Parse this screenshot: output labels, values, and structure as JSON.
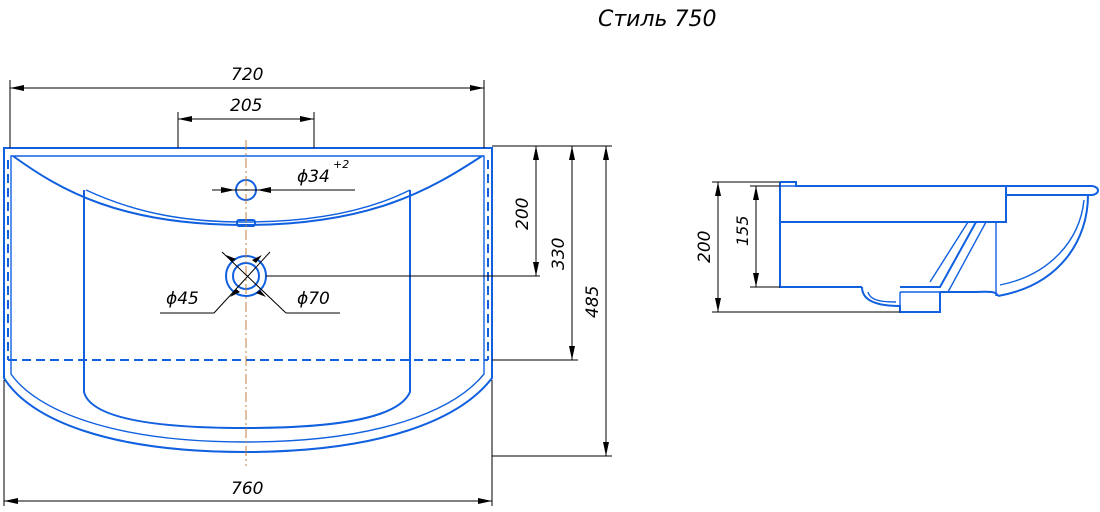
{
  "title": "Стиль 750",
  "top_view": {
    "dims": {
      "overall_top_width": "720",
      "tap_hole_spacing": "205",
      "tap_hole_diameter": "ϕ34",
      "tap_hole_tolerance": "+2",
      "drain_inner_diameter": "ϕ45",
      "drain_outer_diameter": "ϕ70",
      "height_to_drain": "200",
      "height_to_dashed_edge": "330",
      "overall_depth": "485",
      "overall_bottom_width": "760"
    }
  },
  "side_view": {
    "dims": {
      "overall_height": "200",
      "bowl_depth": "155"
    }
  },
  "colors": {
    "outline": "#1060e0",
    "dimension": "#000000",
    "center_line": "#c08040"
  }
}
